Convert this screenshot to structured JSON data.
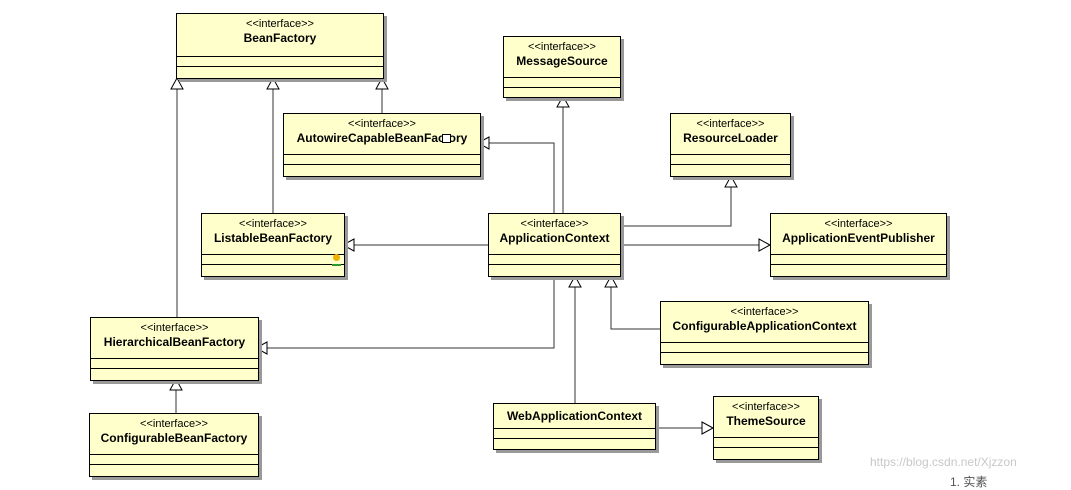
{
  "stereotype": "<<interface>>",
  "classes": {
    "bean_factory": {
      "name": "BeanFactory",
      "stereotype": "<<interface>>"
    },
    "message_source": {
      "name": "MessageSource",
      "stereotype": "<<interface>>"
    },
    "autowire_capable_bean_factory": {
      "name": "AutowireCapableBeanFactory",
      "stereotype": "<<interface>>"
    },
    "resource_loader": {
      "name": "ResourceLoader",
      "stereotype": "<<interface>>"
    },
    "listable_bean_factory": {
      "name": "ListableBeanFactory",
      "stereotype": "<<interface>>"
    },
    "application_context": {
      "name": "ApplicationContext",
      "stereotype": "<<interface>>"
    },
    "application_event_publisher": {
      "name": "ApplicationEventPublisher",
      "stereotype": "<<interface>>"
    },
    "hierarchical_bean_factory": {
      "name": "HierarchicalBeanFactory",
      "stereotype": "<<interface>>"
    },
    "configurable_application_context": {
      "name": "ConfigurableApplicationContext",
      "stereotype": "<<interface>>"
    },
    "configurable_bean_factory": {
      "name": "ConfigurableBeanFactory",
      "stereotype": "<<interface>>"
    },
    "web_application_context": {
      "name": "WebApplicationContext",
      "stereotype": ""
    },
    "theme_source": {
      "name": "ThemeSource",
      "stereotype": "<<interface>>"
    }
  },
  "relations": [
    {
      "from": "autowire_capable_bean_factory",
      "to": "bean_factory",
      "kind": "generalization"
    },
    {
      "from": "listable_bean_factory",
      "to": "bean_factory",
      "kind": "generalization"
    },
    {
      "from": "hierarchical_bean_factory",
      "to": "bean_factory",
      "kind": "generalization"
    },
    {
      "from": "configurable_bean_factory",
      "to": "hierarchical_bean_factory",
      "kind": "generalization"
    },
    {
      "from": "application_context",
      "to": "message_source",
      "kind": "generalization"
    },
    {
      "from": "application_context",
      "to": "autowire_capable_bean_factory",
      "kind": "generalization"
    },
    {
      "from": "application_context",
      "to": "resource_loader",
      "kind": "generalization"
    },
    {
      "from": "application_context",
      "to": "listable_bean_factory",
      "kind": "generalization"
    },
    {
      "from": "application_context",
      "to": "application_event_publisher",
      "kind": "generalization"
    },
    {
      "from": "application_context",
      "to": "hierarchical_bean_factory",
      "kind": "generalization"
    },
    {
      "from": "configurable_application_context",
      "to": "application_context",
      "kind": "generalization"
    },
    {
      "from": "web_application_context",
      "to": "application_context",
      "kind": "generalization"
    },
    {
      "from": "web_application_context",
      "to": "theme_source",
      "kind": "generalization"
    }
  ],
  "watermark": "https://blog.csdn.net/Xjzzon",
  "clipped_text": "1. 实素"
}
